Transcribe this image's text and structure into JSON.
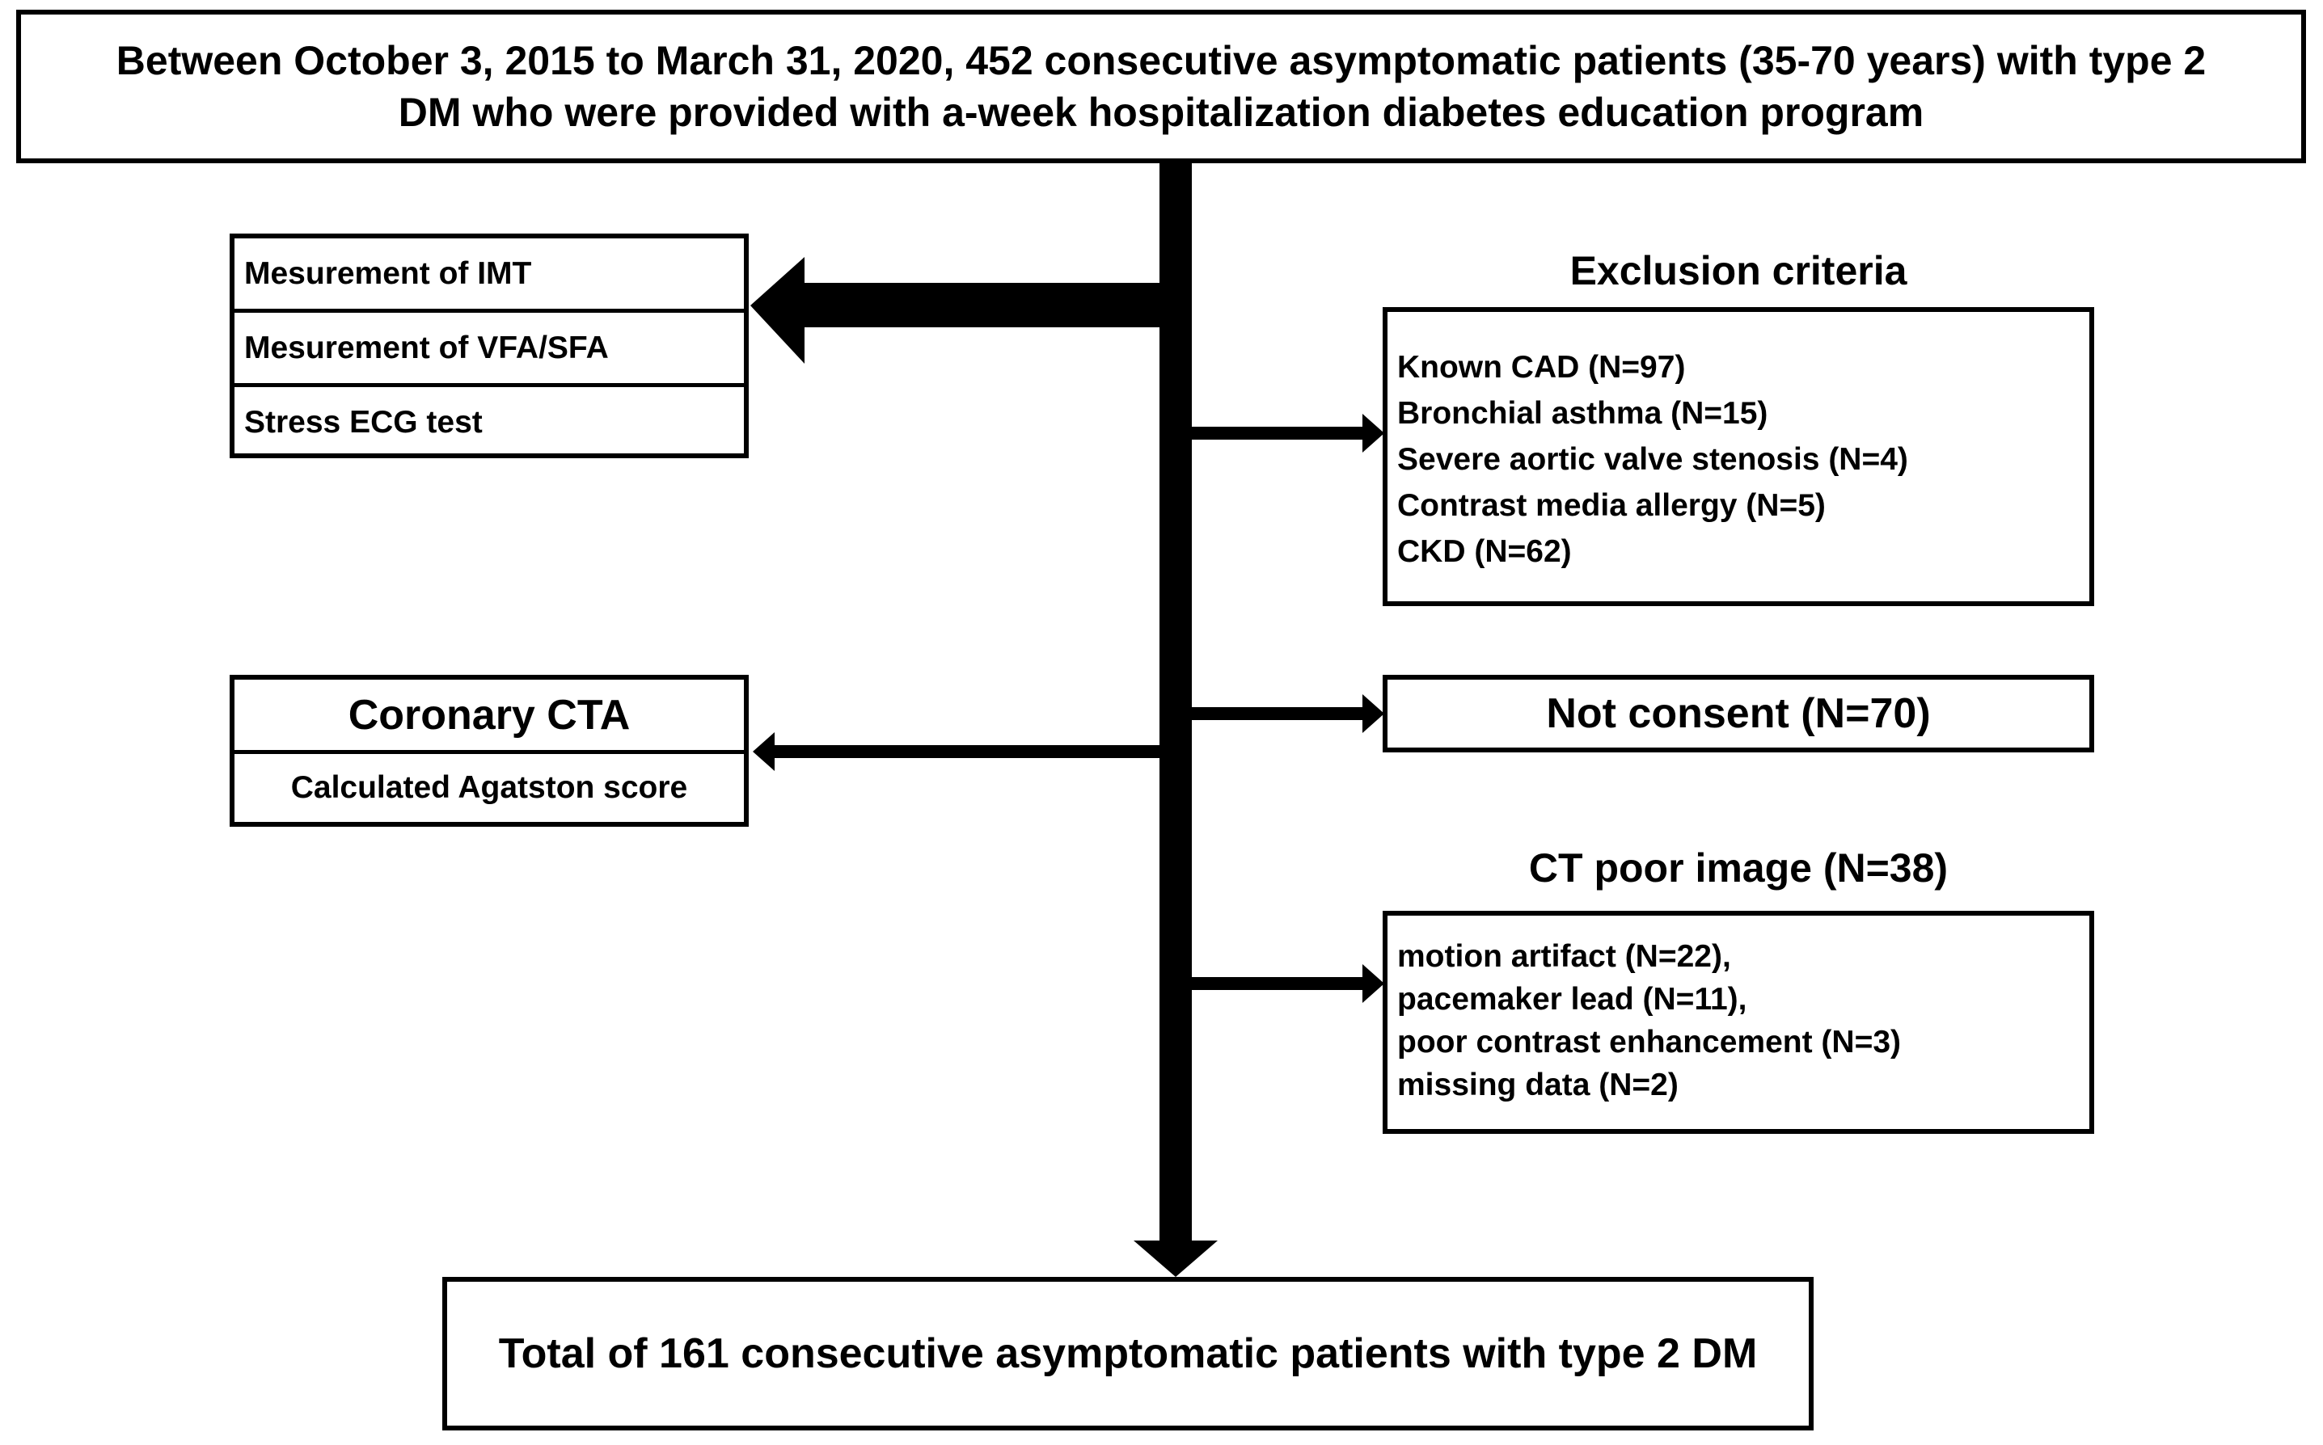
{
  "top_box": {
    "line1": "Between October 3, 2015 to March 31, 2020, 452 consecutive asymptomatic patients (35-70 years) with type 2",
    "line2": "DM who were provided with a-week hospitalization diabetes education program"
  },
  "measurements": [
    "Mesurement of IMT",
    "Mesurement of VFA/SFA",
    "Stress ECG test"
  ],
  "exclusion": {
    "title": "Exclusion criteria",
    "items": [
      "Known CAD  (N=97)",
      "Bronchial asthma (N=15)",
      "Severe aortic valve stenosis (N=4)",
      "Contrast media allergy  (N=5)",
      "CKD  (N=62)"
    ]
  },
  "coronary": {
    "title": "Coronary CTA",
    "subtitle": "Calculated Agatston score"
  },
  "not_consent": "Not consent (N=70)",
  "ct_poor": {
    "title": "CT poor image (N=38)",
    "items": [
      "motion artifact (N=22),",
      "pacemaker lead (N=11),",
      "poor contrast enhancement (N=3)",
      "missing data (N=2)"
    ]
  },
  "final_box": "Total of 161 consecutive asymptomatic patients with type 2 DM",
  "colors": {
    "line": "#000000",
    "background": "#ffffff"
  }
}
